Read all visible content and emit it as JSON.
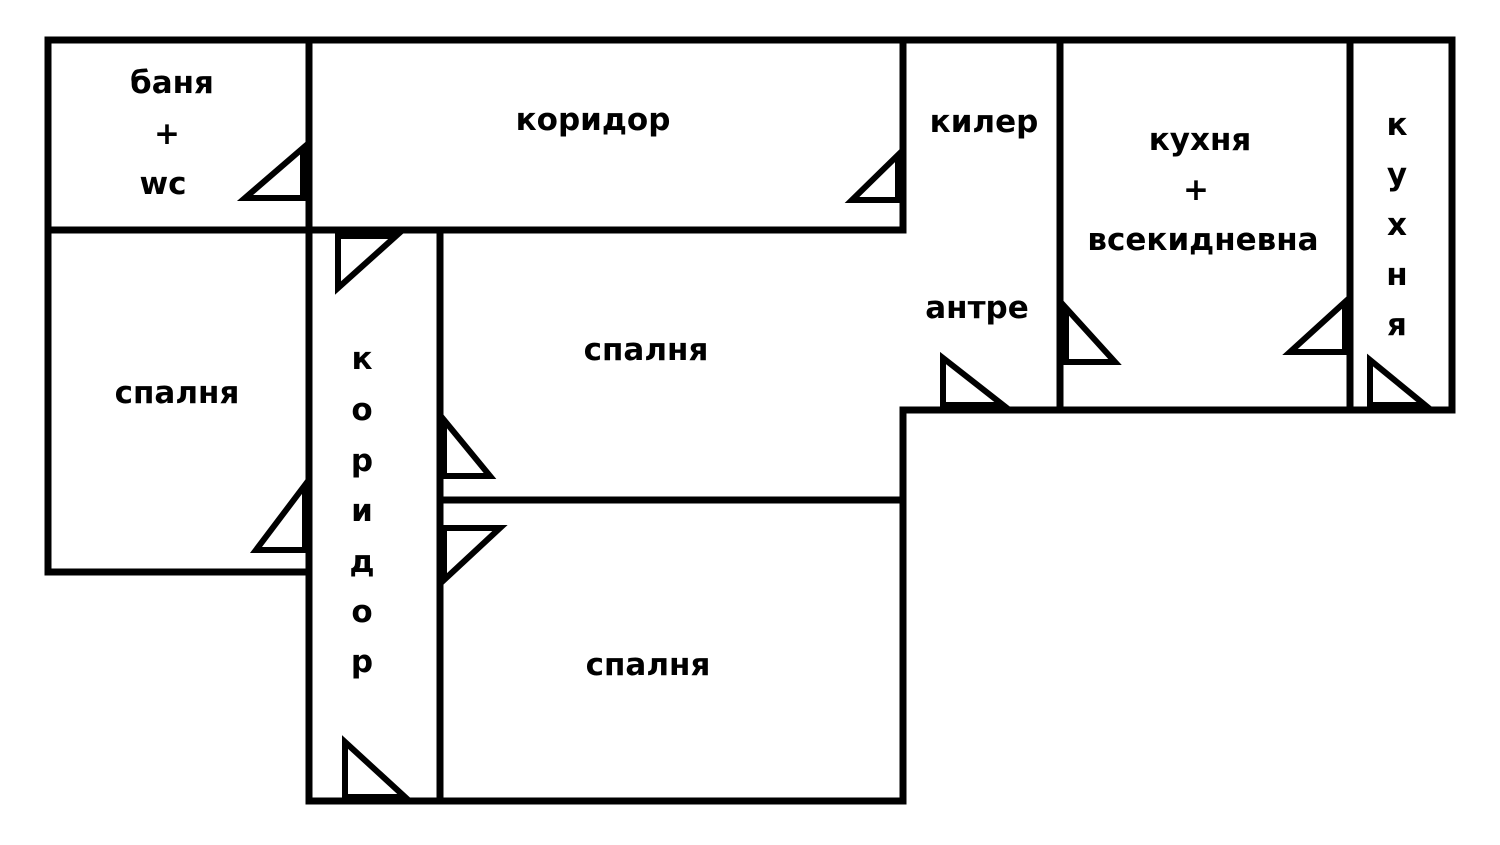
{
  "colors": {
    "background": "#ffffff",
    "line": "#000000"
  },
  "rooms": {
    "bathroom": {
      "line1": "баня",
      "line2": "+",
      "line3": "wc"
    },
    "corridor_top": "коридор",
    "pantry": "килер",
    "entry": "антре",
    "kitchen_living": {
      "line1": "кухня",
      "line2": "+",
      "line3": "всекидневна"
    },
    "kitchen": [
      "к",
      "у",
      "х",
      "н",
      "я"
    ],
    "bedroom_left": "спалня",
    "corridor_vertical": [
      "к",
      "о",
      "р",
      "и",
      "д",
      "о",
      "р"
    ],
    "bedroom_mid": "спалня",
    "bedroom_bottom": "спалня"
  }
}
